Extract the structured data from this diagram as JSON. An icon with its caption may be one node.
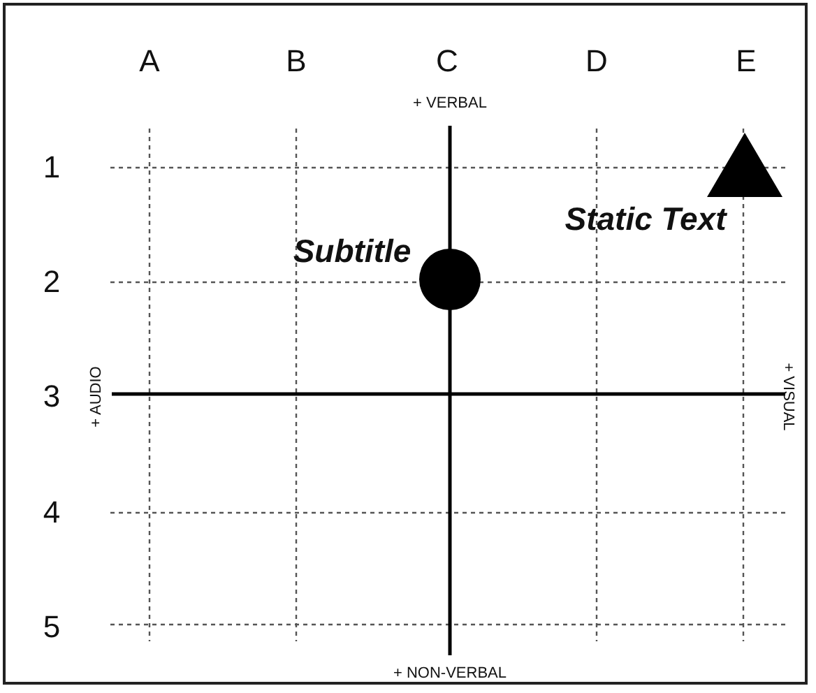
{
  "diagram": {
    "nodes": [
      {
        "text": [],
        "shape": "circle",
        "beside": [
          "Subtitle"
        ]
      },
      {
        "text": [],
        "shape": "triangle",
        "beside": [
          "Static Text"
        ]
      }
    ],
    "labels": [
      "A",
      "B",
      "C",
      "D",
      "E",
      "1",
      "2",
      "3",
      "4",
      "5",
      "+ VERBAL",
      "+ AUDIO",
      "+ VISUAL",
      "+ NON-VERBAL"
    ]
  }
}
